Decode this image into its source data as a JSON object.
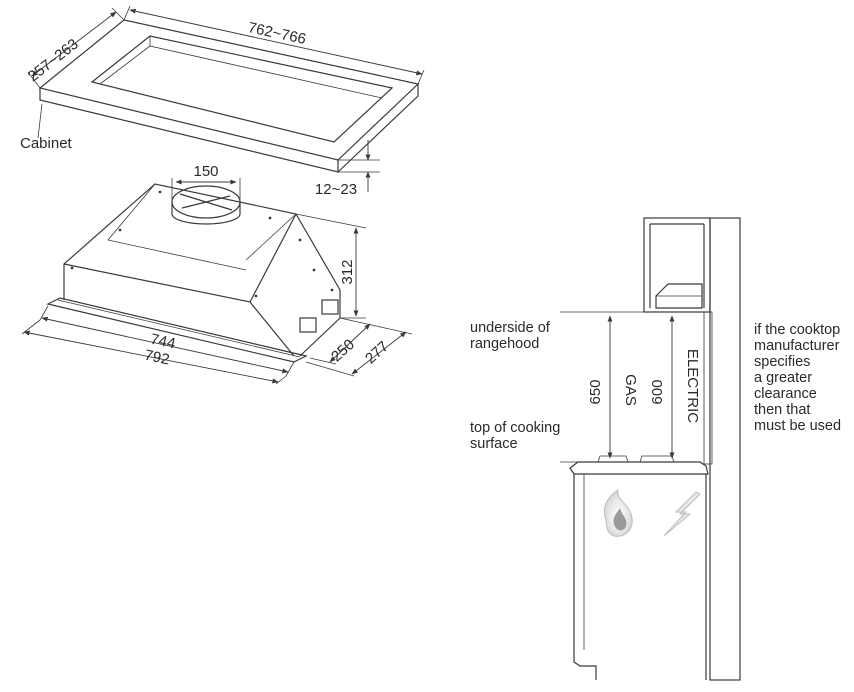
{
  "cabinet": {
    "label": "Cabinet",
    "dim_depth": "257~263",
    "dim_width": "762~766",
    "dim_thickness": "12~23"
  },
  "hood": {
    "dim_duct": "150",
    "dim_height": "312",
    "dim_inner_width": "744",
    "dim_outer_width": "792",
    "dim_inner_depth": "250",
    "dim_outer_depth": "277"
  },
  "installation": {
    "underside_label": [
      "underside of",
      "rangehood"
    ],
    "top_label": [
      "top of cooking",
      "surface"
    ],
    "gas_label": "GAS",
    "gas_value": "650",
    "electric_label": "ELECTRIC",
    "electric_value": "600",
    "note_lines": [
      "if the cooktop",
      "manufacturer",
      "specifies",
      "a greater",
      "clearance",
      "then that",
      "must be used"
    ]
  }
}
